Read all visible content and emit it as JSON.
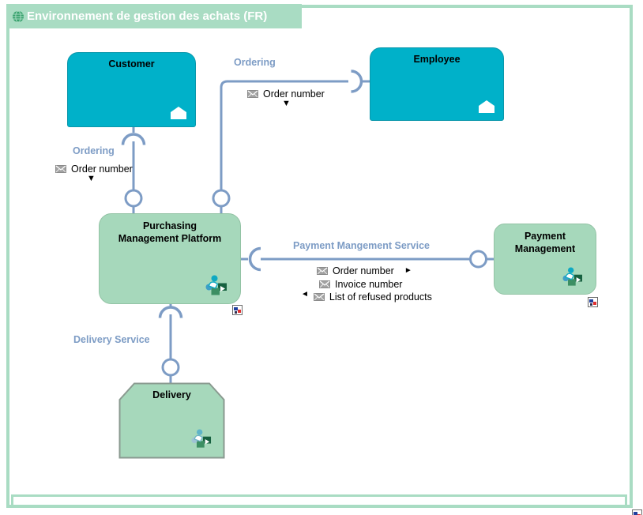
{
  "diagram_title": "Environnement de gestion des achats (FR)",
  "colors": {
    "frame_green": "#a9dcc3",
    "entity_teal": "#00b1c9",
    "entity_green": "#a6d8bb",
    "link_blue": "#7d9cc5",
    "title_text": "#ffffff",
    "item_text": "#000000"
  },
  "nodes": {
    "customer": {
      "label": "Customer"
    },
    "employee": {
      "label": "Employee"
    },
    "purchasing_platform": {
      "label": "Purchasing Management Platform"
    },
    "payment_management": {
      "label": "Payment Management"
    },
    "delivery": {
      "label": "Delivery"
    }
  },
  "connections": {
    "ordering_top": {
      "label": "Ordering",
      "item": "Order number",
      "direction_glyph": "▼"
    },
    "ordering_left": {
      "label": "Ordering",
      "item": "Order number",
      "direction_glyph": "▼"
    },
    "payment_service": {
      "label": "Payment Mangement Service",
      "items": [
        {
          "name": "Order number",
          "direction_glyph": "►"
        },
        {
          "name": "Invoice number",
          "direction_glyph": ""
        },
        {
          "name": "List of refused products",
          "direction_glyph": "◄"
        }
      ]
    },
    "delivery_service": {
      "label": "Delivery Service"
    }
  }
}
